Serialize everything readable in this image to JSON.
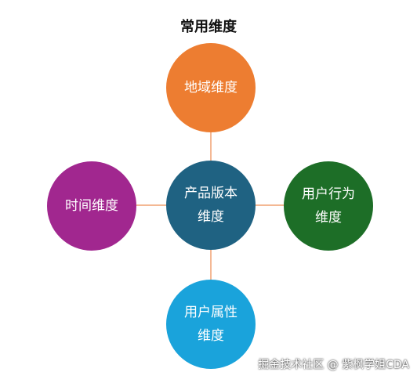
{
  "title": "常用维度",
  "nodes": {
    "top": {
      "line1": "地域维度",
      "line2": "",
      "color": "#ED7D31"
    },
    "center": {
      "line1": "产品版本",
      "line2": "维度",
      "color": "#1F6282"
    },
    "left": {
      "line1": "时间维度",
      "line2": "",
      "color": "#A1278F"
    },
    "right": {
      "line1": "用户行为",
      "line2": "维度",
      "color": "#1D6E27"
    },
    "bottom": {
      "line1": "用户属性",
      "line2": "维度",
      "color": "#1AA3DB"
    }
  },
  "connector_color": "#F0A070",
  "watermark": "掘金技术社区 @ 紫枫学姐CDA"
}
